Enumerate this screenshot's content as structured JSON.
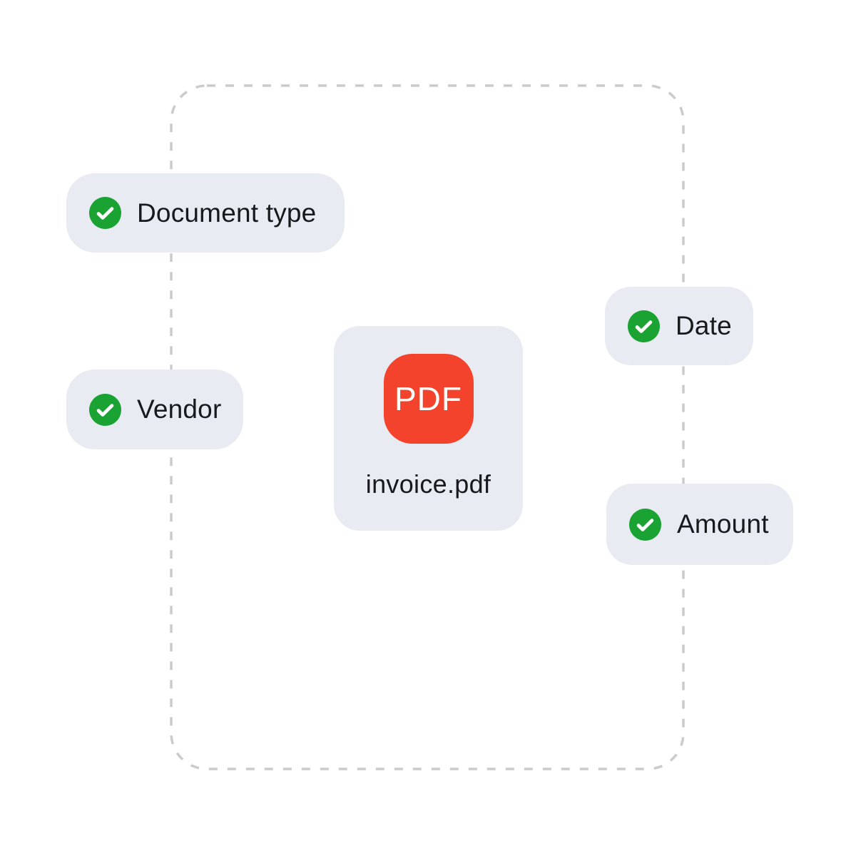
{
  "page": {
    "background": "#FFFFFF",
    "description_hint": "PDF data extraction illustration"
  },
  "frame": {
    "style": "dashed-rounded-rectangle",
    "color": "#CBCBCB"
  },
  "fields": [
    {
      "label": "Document type",
      "status": "checked"
    },
    {
      "label": "Vendor",
      "status": "checked"
    },
    {
      "label": "Date",
      "status": "checked"
    },
    {
      "label": "Amount",
      "status": "checked"
    }
  ],
  "file_card": {
    "icon_label": "PDF",
    "file_name": "invoice.pdf"
  },
  "colors": {
    "check_green": "#1AA233",
    "pdf_red": "#F4432C",
    "chip_bg": "#E9EBF2",
    "text": "#17191C",
    "dash_gray": "#CBCBCB"
  }
}
